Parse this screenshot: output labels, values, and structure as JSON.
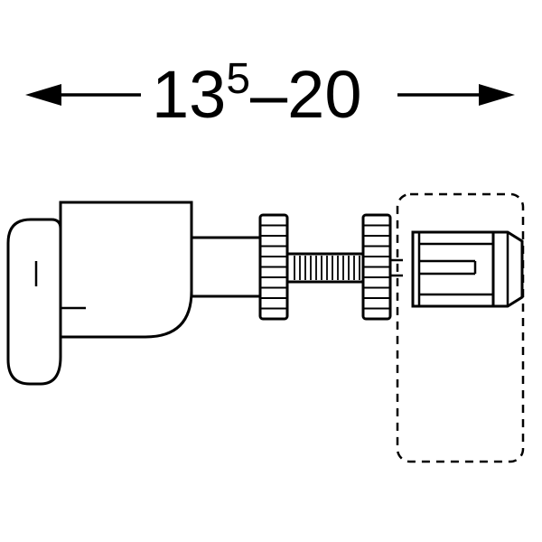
{
  "page": {
    "background": "#ffffff"
  },
  "diagram": {
    "type": "technical-drawing",
    "line_color": "#000000",
    "dimension_label": {
      "main": "13",
      "superscript": "5",
      "rest": "–20",
      "full": "13⁵–20"
    },
    "components": [
      {
        "name": "lever-handle"
      },
      {
        "name": "valve-body"
      },
      {
        "name": "connector-neck"
      },
      {
        "name": "knurled-nut-left"
      },
      {
        "name": "threaded-rod"
      },
      {
        "name": "knurled-nut-right"
      },
      {
        "name": "coupling-fitting"
      },
      {
        "name": "optional-part-dashed-outline"
      }
    ]
  }
}
